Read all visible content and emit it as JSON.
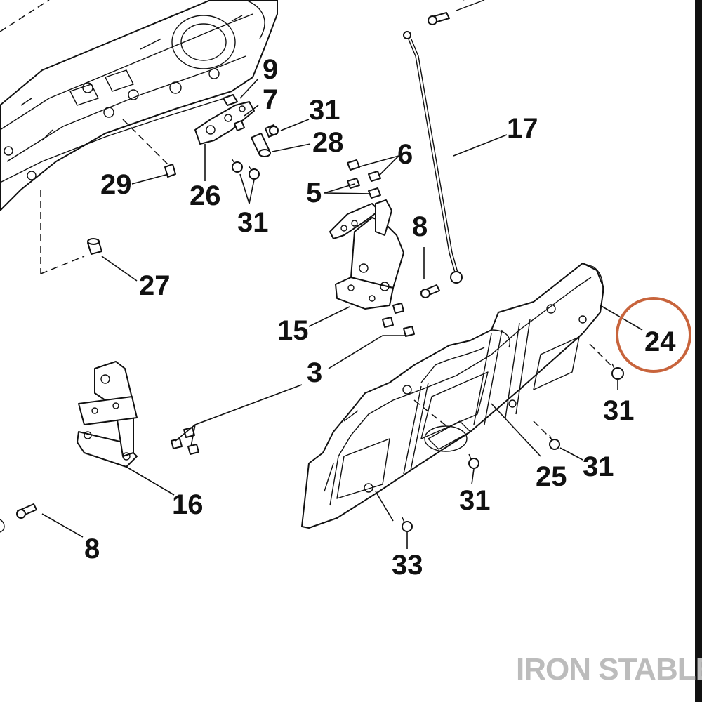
{
  "diagram": {
    "callouts": {
      "c9": "9",
      "c7": "7",
      "c31a": "31",
      "c28": "28",
      "c26": "26",
      "c31b": "31",
      "c29": "29",
      "c27": "27",
      "c6": "6",
      "c5": "5",
      "c8a": "8",
      "c17": "17",
      "c15": "15",
      "c3": "3",
      "c24": "24",
      "c31c": "31",
      "c25": "25",
      "c31d": "31",
      "c31e": "31",
      "c16": "16",
      "c8b": "8",
      "c33": "33"
    },
    "highlight_color": "#c8643c",
    "line_color": "#111111"
  },
  "watermark": "IRON STABLE"
}
